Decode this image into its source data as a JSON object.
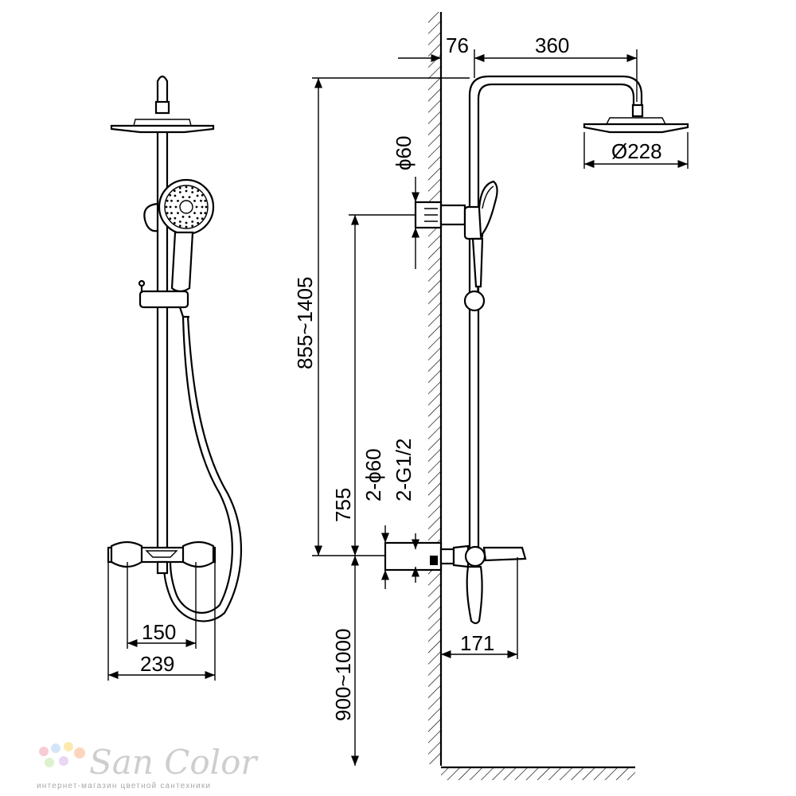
{
  "dimensions": {
    "arm_offset": "76",
    "arm_length": "360",
    "bracket_dia": "ϕ60",
    "head_dia": "Ø228",
    "height_range": "855~1405",
    "inlet_height": "755",
    "eccentric_dia": "2-ϕ60",
    "thread": "2-G1/2",
    "mixer_depth": "171",
    "floor_height": "900~1000",
    "inlet_spacing": "150",
    "mixer_width": "239"
  },
  "logo": {
    "name": "SanColor",
    "tagline": "интернет-магазин цветной сантехники",
    "dot_colors": [
      "#f7c6d0",
      "#cfe3f7",
      "#fbe7a8",
      "#d9f0c8",
      "#e6d2f2",
      "#fbd2b5"
    ]
  }
}
